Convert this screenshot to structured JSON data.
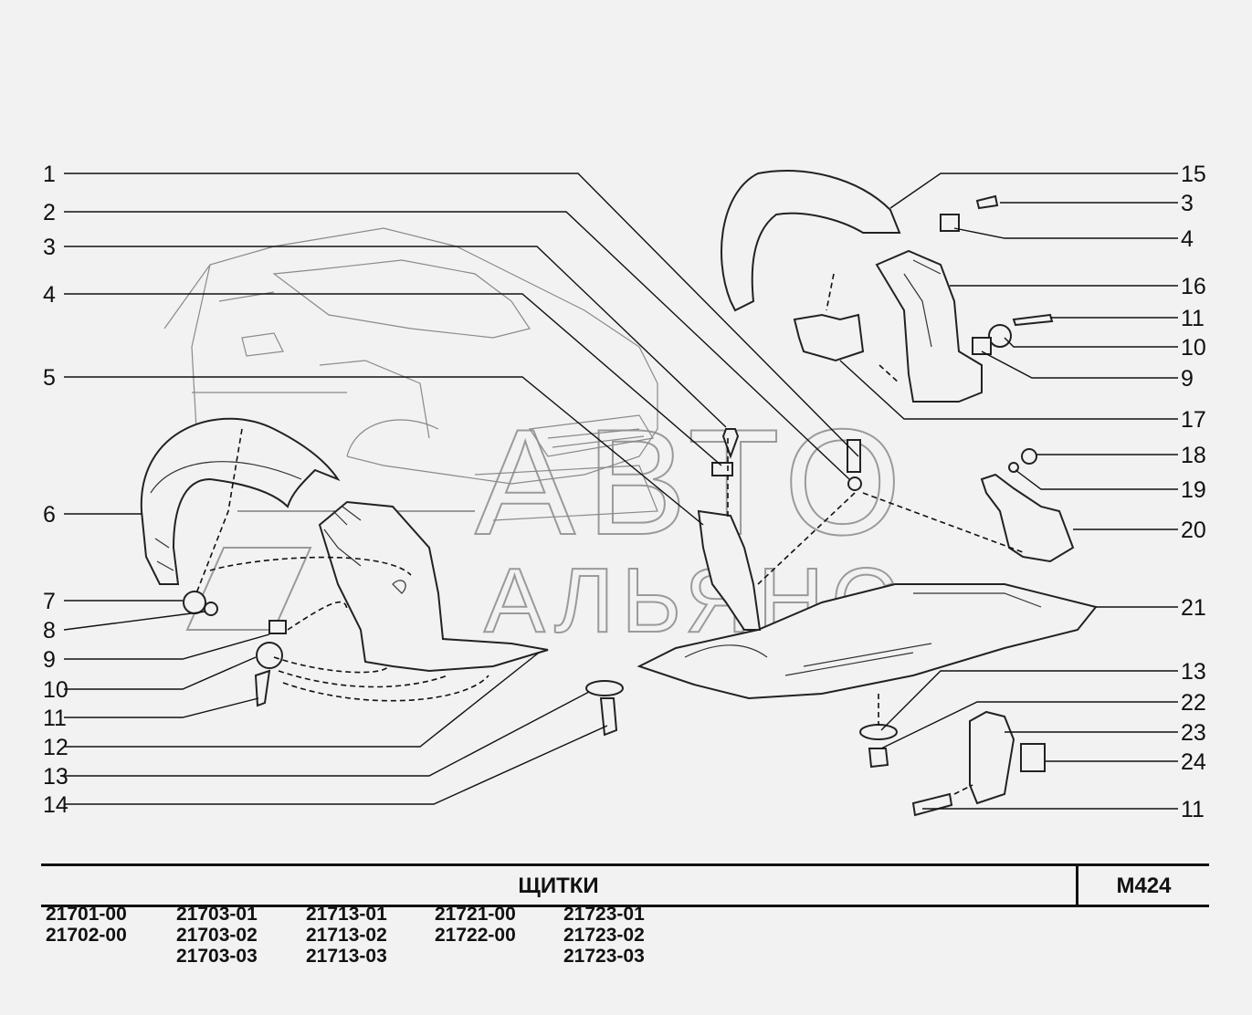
{
  "title": "ЩИТКИ",
  "sheet_code": "M424",
  "watermark": {
    "line1": "АВТО",
    "line2": "АЛЬЯНС"
  },
  "callouts_left": [
    "1",
    "2",
    "3",
    "4",
    "5",
    "6",
    "7",
    "8",
    "9",
    "10",
    "11",
    "12",
    "13",
    "14"
  ],
  "callouts_right": [
    "15",
    "3",
    "4",
    "16",
    "11",
    "10",
    "9",
    "17",
    "18",
    "19",
    "20",
    "21",
    "13",
    "22",
    "23",
    "24",
    "11"
  ],
  "model_columns": [
    [
      "21701-00",
      "21702-00"
    ],
    [
      "21703-01",
      "21703-02",
      "21703-03"
    ],
    [
      "21713-01",
      "21713-02",
      "21713-03"
    ],
    [
      "21721-00",
      "21722-00"
    ],
    [
      "21723-01",
      "21723-02",
      "21723-03"
    ]
  ]
}
